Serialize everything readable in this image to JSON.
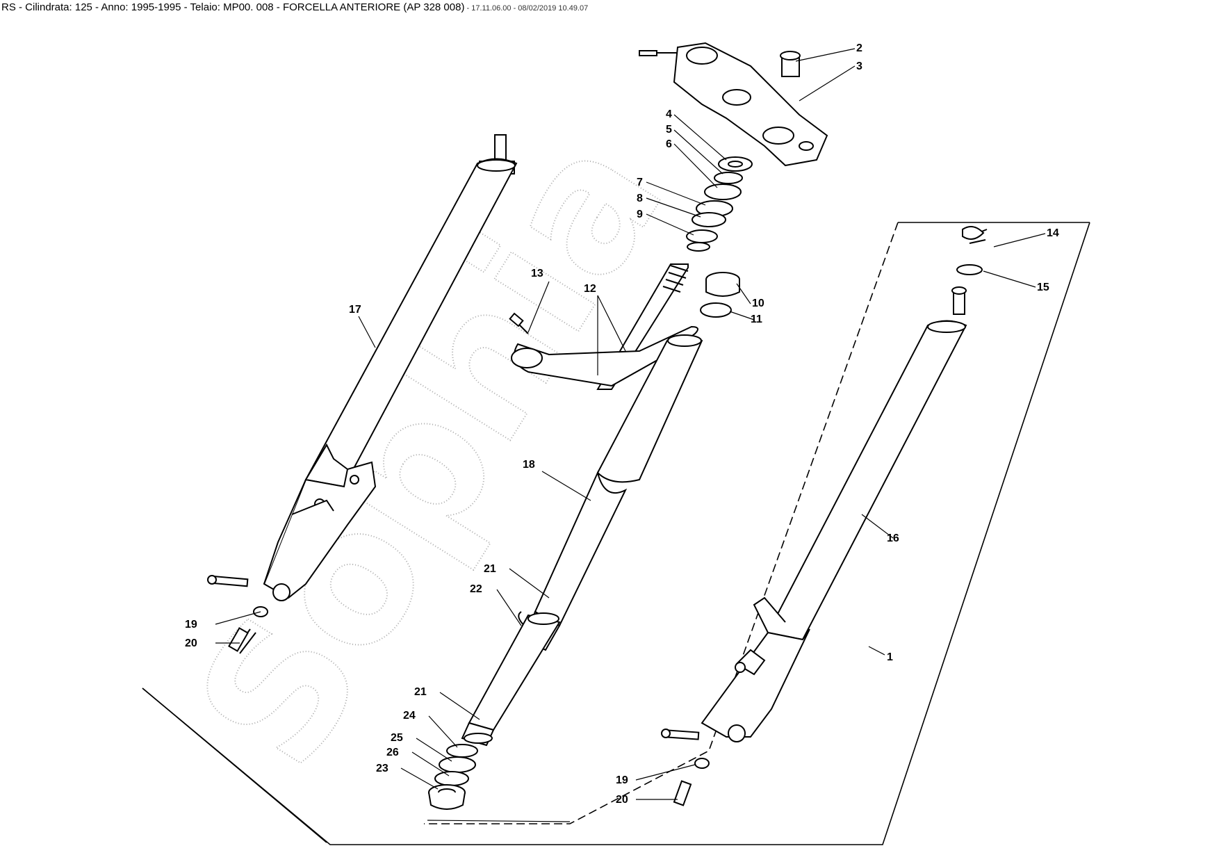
{
  "header": {
    "title": "RS - Cilindrata:  125 - Anno: 1995-1995 - Telaio: MP00. 008 - FORCELLA ANTERIORE (AP 328 008)",
    "stamp": " - 17.11.06.00 - 08/02/2019 10.49.07"
  },
  "watermark": {
    "text": "Sophia"
  },
  "colors": {
    "ink": "#000000",
    "watermark": "#a8a8a8",
    "background": "#ffffff"
  },
  "callouts": [
    {
      "id": "1",
      "label": "1"
    },
    {
      "id": "2",
      "label": "2"
    },
    {
      "id": "3",
      "label": "3"
    },
    {
      "id": "4",
      "label": "4"
    },
    {
      "id": "5",
      "label": "5"
    },
    {
      "id": "6",
      "label": "6"
    },
    {
      "id": "7",
      "label": "7"
    },
    {
      "id": "8",
      "label": "8"
    },
    {
      "id": "9",
      "label": "9"
    },
    {
      "id": "10",
      "label": "10"
    },
    {
      "id": "11",
      "label": "11"
    },
    {
      "id": "12",
      "label": "12"
    },
    {
      "id": "13",
      "label": "13"
    },
    {
      "id": "14",
      "label": "14"
    },
    {
      "id": "15",
      "label": "15"
    },
    {
      "id": "16",
      "label": "16"
    },
    {
      "id": "17",
      "label": "17"
    },
    {
      "id": "18",
      "label": "18"
    },
    {
      "id": "19a",
      "label": "19"
    },
    {
      "id": "20a",
      "label": "20"
    },
    {
      "id": "21a",
      "label": "21"
    },
    {
      "id": "22",
      "label": "22"
    },
    {
      "id": "21b",
      "label": "21"
    },
    {
      "id": "24",
      "label": "24"
    },
    {
      "id": "25",
      "label": "25"
    },
    {
      "id": "26",
      "label": "26"
    },
    {
      "id": "23",
      "label": "23"
    },
    {
      "id": "19b",
      "label": "19"
    },
    {
      "id": "20b",
      "label": "20"
    }
  ]
}
